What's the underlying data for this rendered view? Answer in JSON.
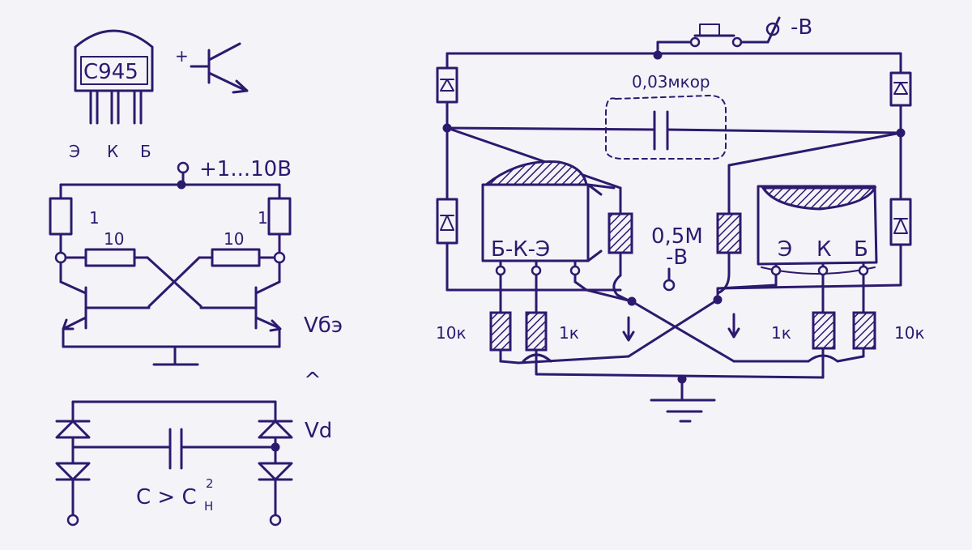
{
  "left": {
    "chip_marking": "C945",
    "pin_e": "Э",
    "pin_k": "К",
    "pin_b": "Б",
    "plus_sign": "+",
    "supply_label": "+1...10В",
    "r1_left": "1",
    "r1_right": "1",
    "r10_left": "10",
    "r10_right": "10",
    "vbe_label": "Vбэ",
    "compare_symbol": "^",
    "vd_label": "Vd",
    "cap_formula": "C > C",
    "cap_formula_exp": "2",
    "cap_formula_sub": "H"
  },
  "right": {
    "neg_v_label": "-В",
    "cap_value": "0,03мкор",
    "pins_left": "Б-К-Э",
    "bias_res": "0,5М",
    "bias_neg": "-В",
    "pin_e": "Э",
    "pin_k": "К",
    "pin_b": "Б",
    "r10k_left": "10к",
    "r1k_left": "1к",
    "r1k_right": "1к",
    "r10k_right": "10к"
  },
  "colors": {
    "ink": "#2c1a6e",
    "paper": "#f4f3f8"
  }
}
